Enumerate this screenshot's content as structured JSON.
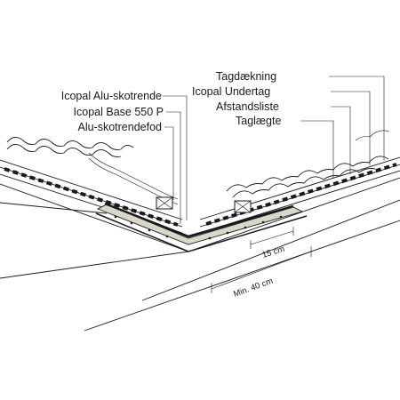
{
  "labels_right": {
    "tagdaekning": "Tagdækning",
    "undertag": "Icopal Undertag",
    "afstandsliste": "Afstandsliste",
    "taglaegte": "Taglægte"
  },
  "labels_left": {
    "alu_skotrende": "Icopal Alu-skotrende",
    "base": "Icopal Base 550 P",
    "skotrendefod": "Alu-skotrendefod"
  },
  "dimensions": {
    "d1": "15 cm",
    "d2": "Min. 40 cm"
  }
}
